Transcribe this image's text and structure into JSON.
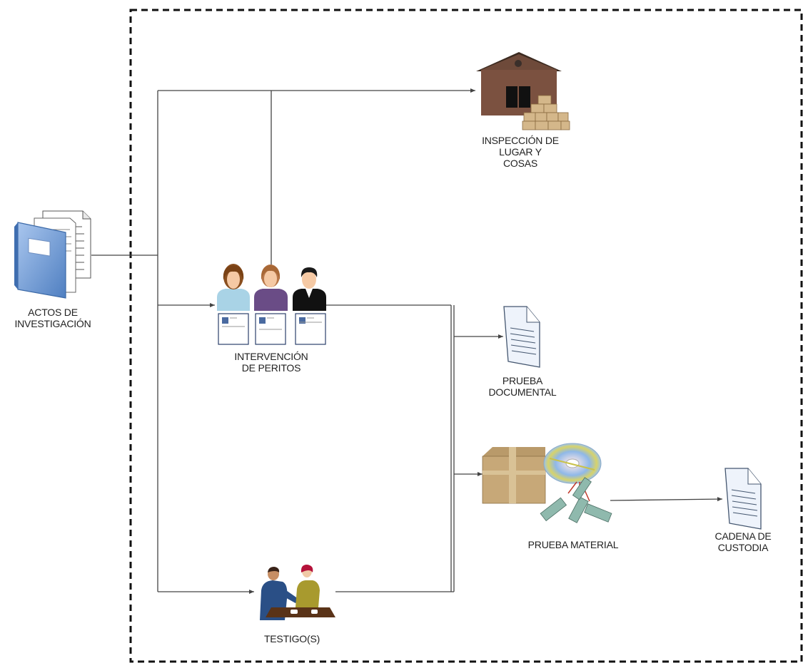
{
  "diagram": {
    "nodes": {
      "actos": {
        "lines": [
          "ACTOS DE",
          "INVESTIGACIÓN"
        ],
        "icon": "folder-with-documents-icon"
      },
      "inspeccion": {
        "lines": [
          "INSPECCIÓN DE",
          "LUGAR Y",
          "COSAS"
        ],
        "icon": "warehouse-with-boxes-icon"
      },
      "peritos": {
        "lines": [
          "INTERVENCIÓN",
          "DE PERITOS"
        ],
        "icon": "experts-group-icon"
      },
      "documental": {
        "lines": [
          "PRUEBA",
          "DOCUMENTAL"
        ],
        "icon": "document-icon"
      },
      "material": {
        "lines": [
          "PRUEBA  MATERIAL"
        ],
        "icon": "box-disc-evidence-icon"
      },
      "cadena": {
        "lines": [
          "CADENA DE",
          "CUSTODIA"
        ],
        "icon": "document-icon"
      },
      "testigos": {
        "lines": [
          "TESTIGO(S)"
        ],
        "icon": "witnesses-meeting-icon"
      }
    },
    "colors": {
      "line": "#444444",
      "frame": "#111111",
      "warehouse": "#7b5140",
      "roof": "#3b2a20",
      "box": "#c7a878",
      "folder": "#6f9ad3",
      "disc": "#9fc4e8"
    }
  }
}
